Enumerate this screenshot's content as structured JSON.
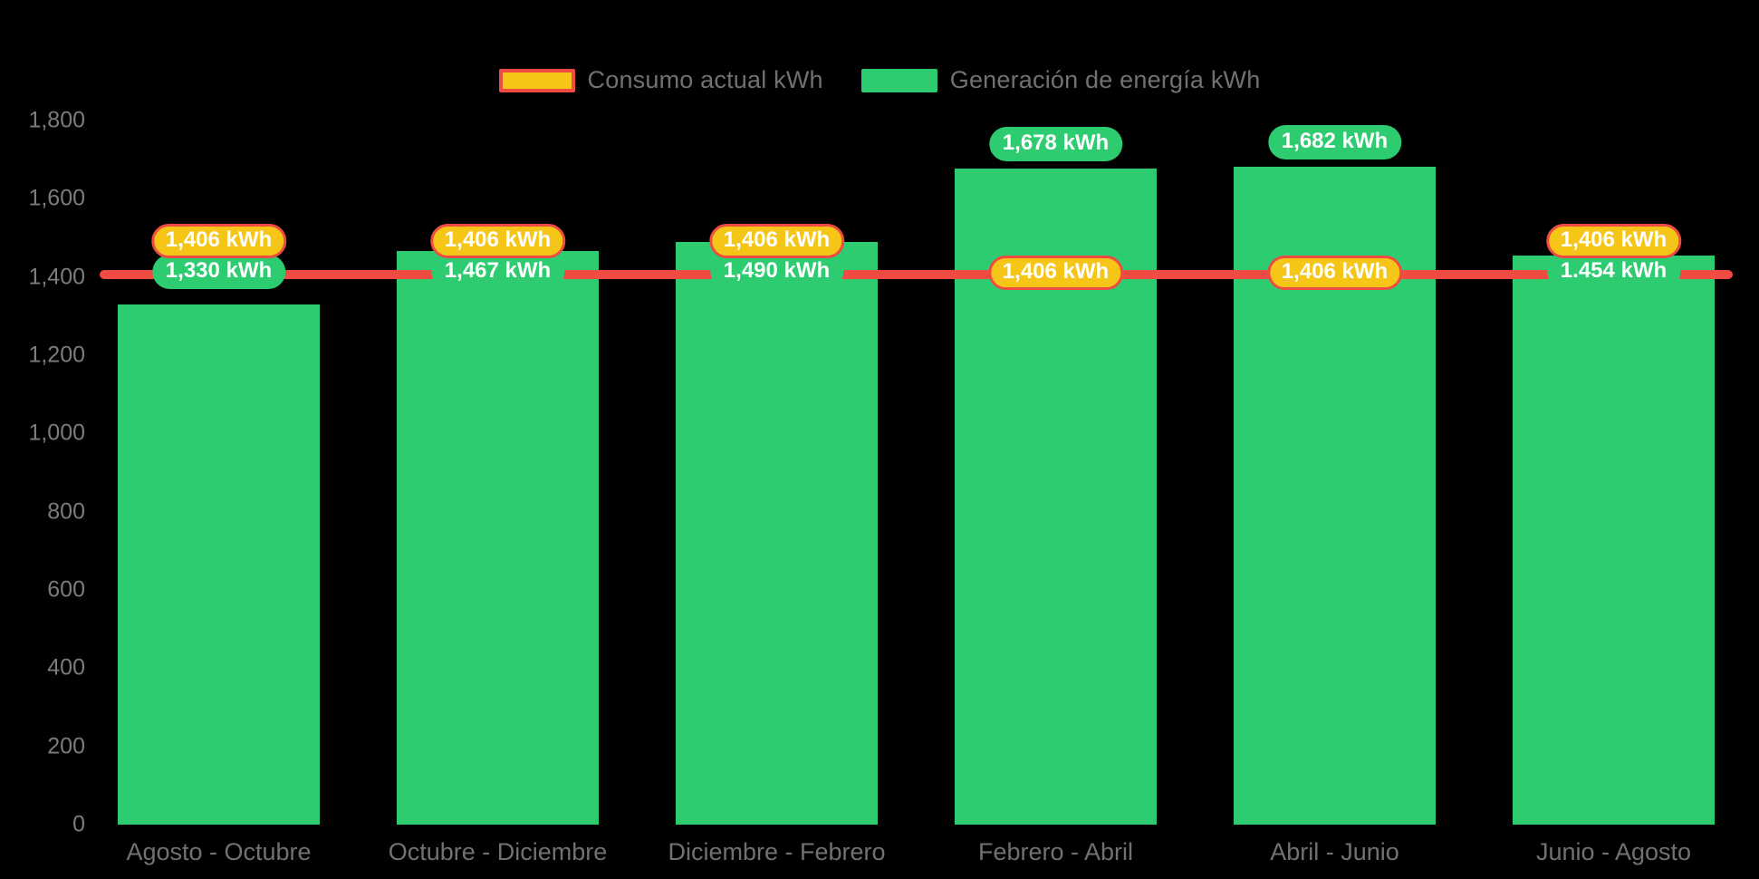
{
  "legend": {
    "items": [
      {
        "label": "Consumo actual kWh",
        "swatch": "consumo",
        "color": "#F5C518",
        "border_color": "#EF4B42"
      },
      {
        "label": "Generación de energía kWh",
        "swatch": "generacion",
        "color": "#2ECC71"
      }
    ]
  },
  "colors": {
    "background": "#000000",
    "generation_green": "#2ECC71",
    "consumption_yellow": "#F5C518",
    "target_line_red": "#EF4B42",
    "target_dot_orange": "#F5A31A",
    "axis_text_gray": "#6F7275"
  },
  "chart_data": {
    "type": "bar",
    "title": "",
    "xlabel": "",
    "ylabel": "",
    "ylim": [
      0,
      1800
    ],
    "grid": false,
    "legend_position": "top-center",
    "categories": [
      "Agosto - Octubre",
      "Octubre - Diciembre",
      "Diciembre - Febrero",
      "Febrero - Abril",
      "Abril - Junio",
      "Junio - Agosto"
    ],
    "y_ticks": [
      0,
      200,
      400,
      600,
      800,
      1000,
      1200,
      1400,
      1600,
      1800
    ],
    "y_tick_labels": [
      "0",
      "200",
      "400",
      "600",
      "800",
      "1,000",
      "1,200",
      "1,400",
      "1,600",
      "1,800"
    ],
    "series": [
      {
        "name": "Generación de energía kWh",
        "type": "bar",
        "color": "#2ECC71",
        "values": [
          1330,
          1467,
          1490,
          1678,
          1682,
          1454
        ],
        "labels": [
          "1,330 kWh",
          "1,467 kWh",
          "1,490 kWh",
          "1,678 kWh",
          "1,682 kWh",
          "1.454 kWh"
        ]
      },
      {
        "name": "Consumo actual kWh",
        "type": "line",
        "color": "#EF4B42",
        "marker_color": "#F5A31A",
        "values": [
          1406,
          1406,
          1406,
          1406,
          1406,
          1406
        ],
        "labels": [
          "1,406 kWh",
          "1,406 kWh",
          "1,406 kWh",
          "1,406 kWh",
          "1,406 kWh",
          "1,406 kWh"
        ]
      }
    ]
  }
}
